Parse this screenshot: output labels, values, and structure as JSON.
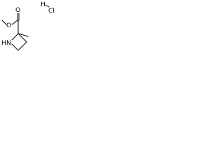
{
  "structure": {
    "salt_label": "HCl",
    "salt_h": "H",
    "salt_cl": "Cl",
    "carbonyl_o": "O",
    "ester_o": "O",
    "ring_n": "N",
    "ring_nh": "H"
  },
  "colors": {
    "bond": "#000000",
    "label": "#000000",
    "background": "#ffffff"
  }
}
